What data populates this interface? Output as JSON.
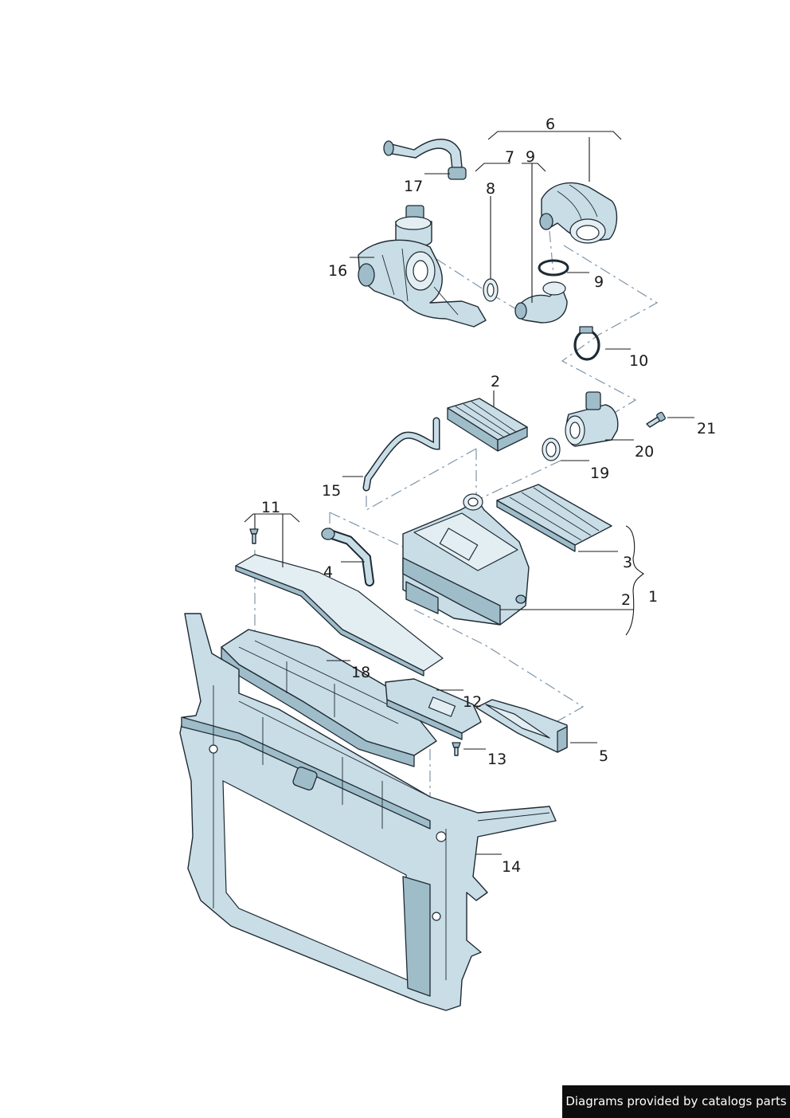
{
  "diagram": {
    "labels": {
      "l1": "1",
      "l2a": "2",
      "l2b": "2",
      "l3": "3",
      "l4": "4",
      "l5": "5",
      "l6": "6",
      "l7": "7",
      "l8": "8",
      "l9a": "9",
      "l9b": "9",
      "l10": "10",
      "l11": "11",
      "l12": "12",
      "l13": "13",
      "l14": "14",
      "l15": "15",
      "l16": "16",
      "l17": "17",
      "l18": "18",
      "l19": "19",
      "l20": "20",
      "l21": "21"
    }
  },
  "footer": {
    "credit": "Diagrams provided by catalogs parts"
  },
  "colors": {
    "part_fill": "#c9dde6",
    "part_shade": "#9fbcc9",
    "outline": "#1e2a33",
    "dash_line": "#7f95a8",
    "credit_bg": "#0d0d0d"
  }
}
